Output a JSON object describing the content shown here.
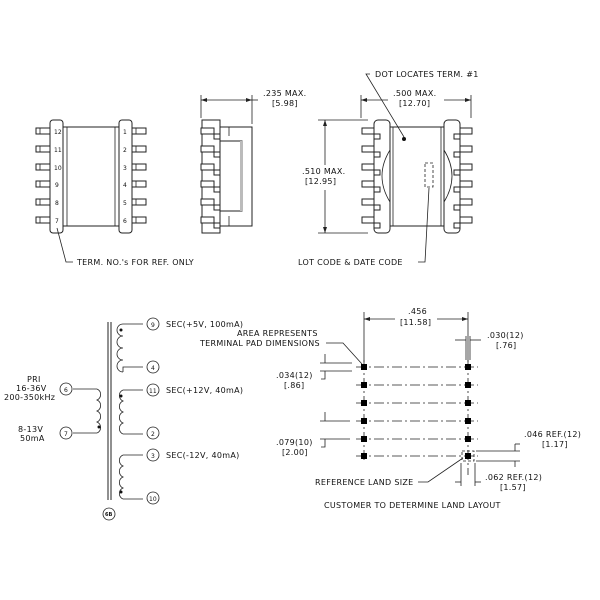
{
  "views": {
    "top_view": {
      "left_pins": [
        "12",
        "11",
        "10",
        "9",
        "8",
        "7"
      ],
      "right_pins": [
        "1",
        "2",
        "3",
        "4",
        "5",
        "6"
      ],
      "note": "TERM. NO.'s FOR REF. ONLY"
    },
    "side_view": {
      "width_dim": ".235 MAX.",
      "width_dim_mm": "[5.98]"
    },
    "bottom_view": {
      "width_dim": ".500 MAX.",
      "width_dim_mm": "[12.70]",
      "height_dim": ".510 MAX.",
      "height_dim_mm": "[12.95]",
      "dot_note": "DOT LOCATES TERM. #1",
      "lot_note": "LOT CODE & DATE CODE"
    }
  },
  "schematic": {
    "primary": {
      "label": "PRI",
      "voltage": "16-36V",
      "frequency": "200-350kHz",
      "pins": [
        "6",
        "7"
      ],
      "aux_voltage": "8-13V",
      "aux_current": "50mA"
    },
    "secondaries": [
      {
        "label": "SEC(+5V, 100mA)",
        "pins": [
          "9",
          "4"
        ]
      },
      {
        "label": "SEC(+12V, 40mA)",
        "pins": [
          "11",
          "2"
        ]
      },
      {
        "label": "SEC(-12V, 40mA)",
        "pins": [
          "3",
          "10"
        ]
      }
    ],
    "core_badge": "6B"
  },
  "land_pattern": {
    "area_note_line1": "AREA REPRESENTS",
    "area_note_line2": "TERMINAL PAD DIMENSIONS",
    "pitch_dim": ".456",
    "pitch_dim_mm": "[11.58]",
    "pad_width_dim": ".030(12)",
    "pad_width_dim_mm": "[.76]",
    "row_dim": ".034(12)",
    "row_dim_mm": "[.86]",
    "spacing_dim": ".079(10)",
    "spacing_dim_mm": "[2.00]",
    "ref_h_dim": ".046 REF.(12)",
    "ref_h_dim_mm": "[1.17]",
    "ref_w_dim": ".062 REF.(12)",
    "ref_w_dim_mm": "[1.57]",
    "ref_land_note": "REFERENCE LAND SIZE",
    "customer_note": "CUSTOMER TO DETERMINE LAND LAYOUT"
  }
}
